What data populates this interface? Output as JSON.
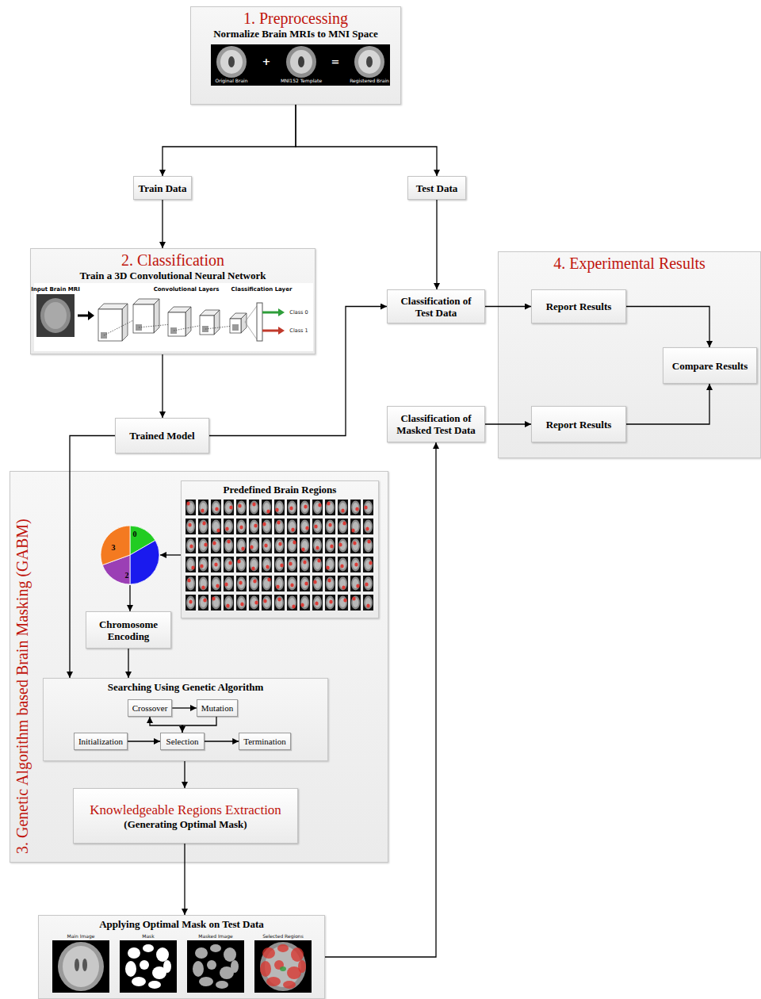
{
  "diagram": {
    "nodes": [
      {
        "text": [
          "1. Preprocessing",
          "Normalize Brain MRIs to MNI Space"
        ]
      },
      {
        "text": [
          "Train Data"
        ]
      },
      {
        "text": [
          "Test Data"
        ]
      },
      {
        "text": [
          "2. Classification",
          "Train a 3D Convolutional Neural Network"
        ]
      },
      {
        "text": [
          "4. Experimental Results"
        ]
      },
      {
        "text": [
          "Classification of Test Data"
        ]
      },
      {
        "text": [
          "Report Results"
        ],
        "in": 4
      },
      {
        "text": [
          "Compare Results"
        ],
        "in": 4
      },
      {
        "text": [
          "Trained Model"
        ]
      },
      {
        "text": [
          "Classification of Masked Test Data"
        ]
      },
      {
        "text": [
          "Report Results"
        ],
        "in": 4
      },
      {
        "text": [
          "3. Genetic Algorithm based Brain Masking (GABM)"
        ]
      },
      {
        "text": [
          "Predefined Brain Regions"
        ],
        "in": 11
      },
      {
        "text": [
          "0",
          "3",
          "2"
        ],
        "in": 11
      },
      {
        "text": [
          "Chromosome Encoding"
        ],
        "in": 11
      },
      {
        "text": [
          "Searching Using Genetic Algorithm"
        ],
        "in": 11
      },
      {
        "text": [
          "Crossover"
        ],
        "in": 15
      },
      {
        "text": [
          "Mutation"
        ],
        "in": 15
      },
      {
        "text": [
          "Initialization"
        ],
        "in": 15
      },
      {
        "text": [
          "Selection"
        ],
        "in": 15
      },
      {
        "text": [
          "Termination"
        ],
        "in": 15
      },
      {
        "text": [
          "Knowledgeable Regions Extraction",
          "(Generating Optimal Mask)"
        ],
        "in": 11
      },
      {
        "text": [
          "Applying Optimal Mask on Test Data"
        ]
      }
    ],
    "edges": [
      {
        "from": 0,
        "to": 1,
        "arrow": "to"
      },
      {
        "from": 0,
        "to": 2,
        "arrow": "to"
      },
      {
        "from": 1,
        "to": 3,
        "arrow": "to"
      },
      {
        "from": 2,
        "to": 5,
        "arrow": "to"
      },
      {
        "from": 3,
        "to": 8,
        "arrow": "to"
      },
      {
        "from": 8,
        "to": 5,
        "arrow": "to"
      },
      {
        "from": 8,
        "to": 15,
        "arrow": "to"
      },
      {
        "from": 12,
        "to": 13,
        "arrow": "to"
      },
      {
        "from": 13,
        "to": 14,
        "arrow": "to"
      },
      {
        "from": 14,
        "to": 15,
        "arrow": "to"
      },
      {
        "from": 18,
        "to": 19,
        "arrow": "to"
      },
      {
        "from": 19,
        "to": 16,
        "arrow": "to"
      },
      {
        "from": 16,
        "to": 17,
        "arrow": "to"
      },
      {
        "from": 17,
        "to": 19,
        "arrow": "to"
      },
      {
        "from": 19,
        "to": 20,
        "arrow": "to"
      },
      {
        "from": 15,
        "to": 21,
        "arrow": "to"
      },
      {
        "from": 21,
        "to": 22,
        "arrow": "to"
      },
      {
        "from": 22,
        "to": 9,
        "arrow": "to"
      },
      {
        "from": 5,
        "to": 6,
        "arrow": "to"
      },
      {
        "from": 9,
        "to": 10,
        "arrow": "to"
      },
      {
        "from": 6,
        "to": 7,
        "arrow": "to"
      },
      {
        "from": 10,
        "to": 7,
        "arrow": "to"
      }
    ],
    "labels": [
      "Original Brain",
      "+",
      "MNI152 Template",
      "=",
      "Registered Brain",
      "Input Brain MRI",
      "Convolutional Layers",
      "Classification Layer",
      "Class 0",
      "Class 1",
      "Main Image",
      "Mask",
      "Masked Image",
      "Selected Regions"
    ]
  }
}
